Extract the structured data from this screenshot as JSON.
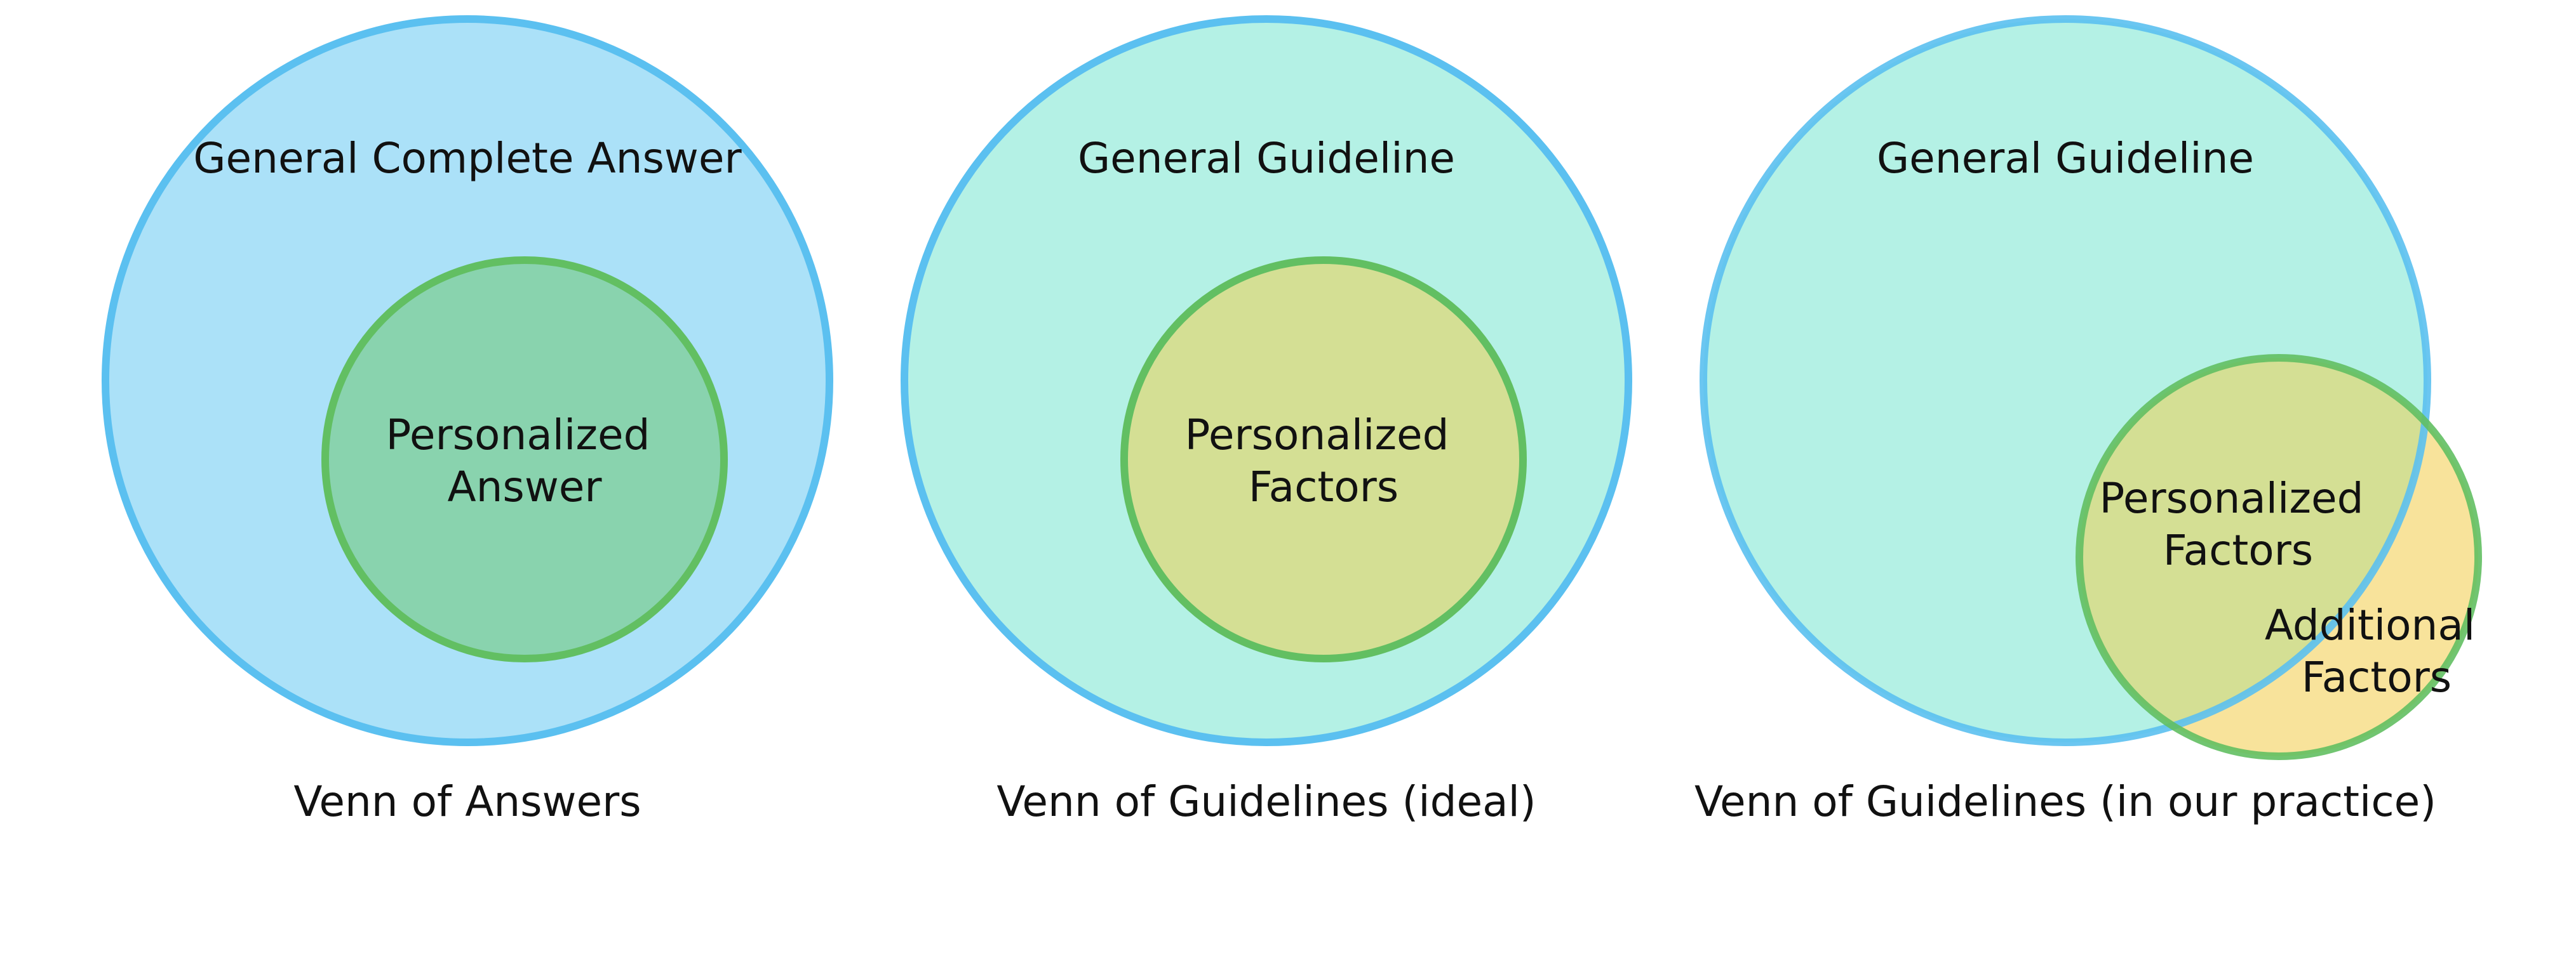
{
  "colors": {
    "outer_stroke": "#5BC0F0",
    "inner_stroke": "#62BF62",
    "answers_outer_fill": "#ABE1F8",
    "answers_inner_fill": "#89D3AE",
    "guideline_outer_fill": "#B4F1E5",
    "factors_fill": "#D4DF94",
    "additional_fill": "#F8E39B"
  },
  "panels": [
    {
      "outer_label": "General Complete Answer",
      "inner_label_lines": [
        "Personalized",
        "Answer"
      ],
      "caption": "Venn of Answers"
    },
    {
      "outer_label": "General Guideline",
      "inner_label_lines": [
        "Personalized",
        "Factors"
      ],
      "caption": "Venn of Guidelines (ideal)"
    },
    {
      "outer_label": "General Guideline",
      "inner_label_lines": [
        "Personalized",
        "Factors"
      ],
      "extra_label_lines": [
        "Additional",
        "Factors"
      ],
      "caption": "Venn of Guidelines (in our practice)"
    }
  ]
}
